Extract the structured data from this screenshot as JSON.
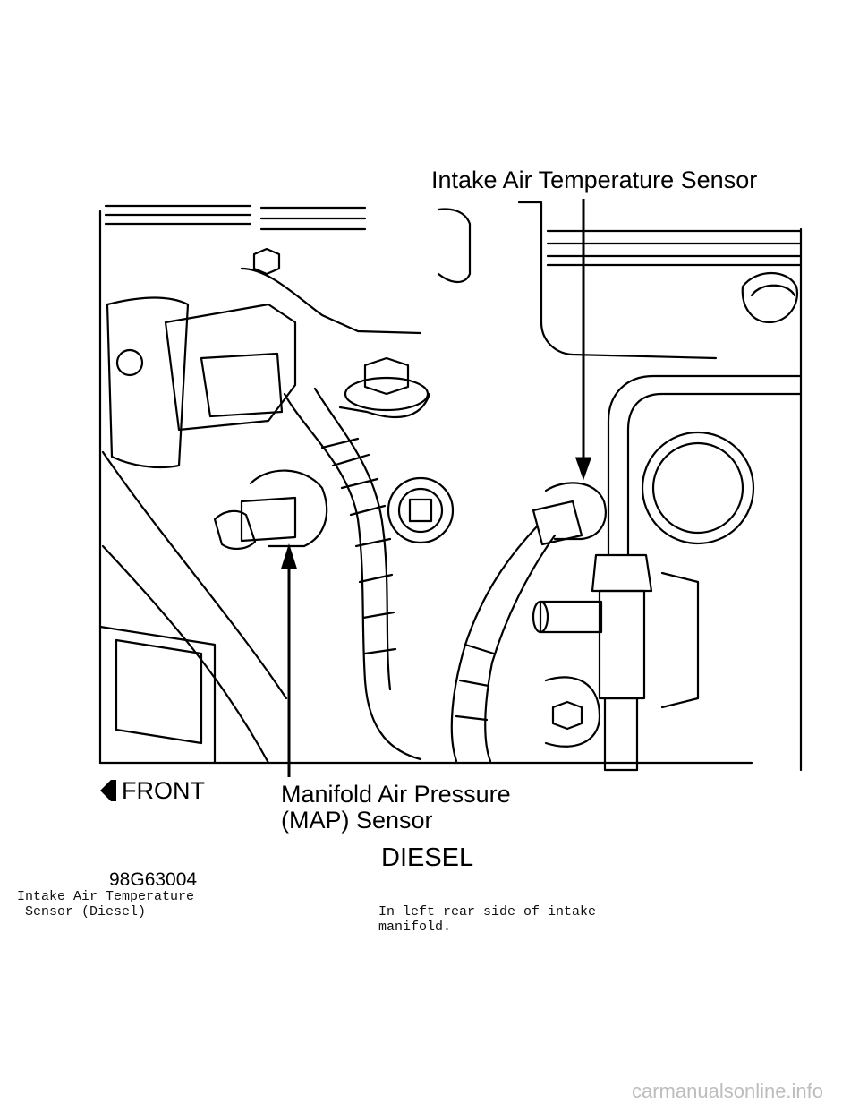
{
  "diagram": {
    "labels": {
      "iat_sensor": "Intake Air Temperature Sensor",
      "front": "FRONT",
      "map_line1": "Manifold Air Pressure",
      "map_line2": "(MAP) Sensor",
      "engine": "DIESEL",
      "figure_id": "98G63004"
    }
  },
  "caption": {
    "component_line1": "Intake Air Temperature",
    "component_line2": " Sensor (Diesel)",
    "location_line1": "In left rear side of intake",
    "location_line2": "manifold."
  },
  "footer": {
    "watermark": "carmanualsonline.info"
  },
  "icons": [
    "front-arrow-icon"
  ]
}
